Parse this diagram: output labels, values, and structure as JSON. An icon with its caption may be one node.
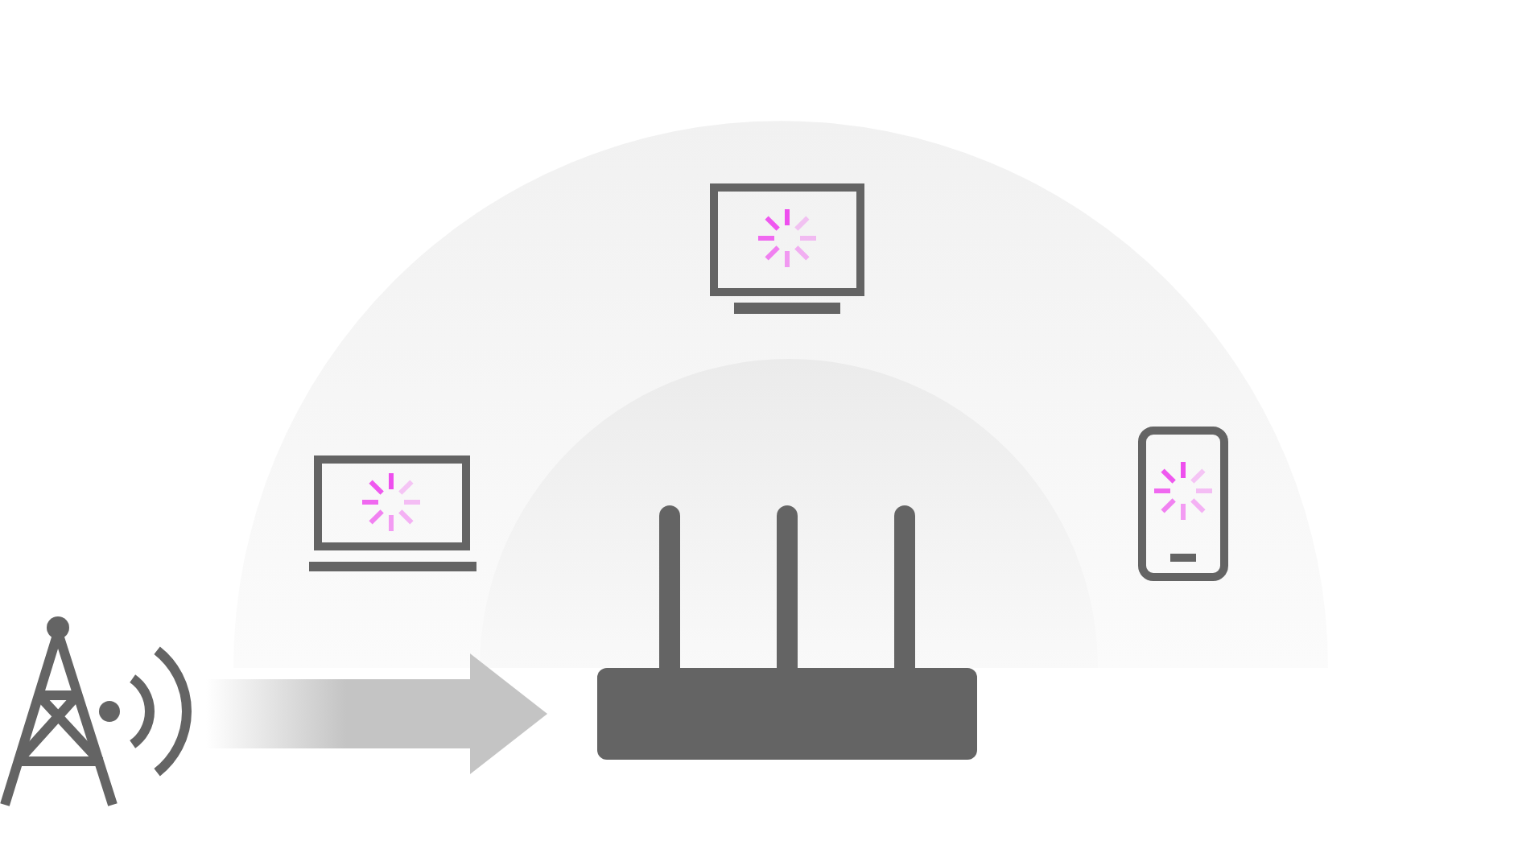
{
  "diagram": {
    "nodes": [
      {
        "text": [],
        "shape": "picture"
      },
      {
        "text": [],
        "shape": "picture"
      },
      {
        "text": [],
        "shape": "picture"
      },
      {
        "text": [],
        "shape": "picture"
      },
      {
        "text": [],
        "shape": "picture"
      }
    ],
    "edges": [
      {
        "from": 3,
        "to": 4,
        "arrow": "to",
        "style": "thick"
      }
    ]
  }
}
